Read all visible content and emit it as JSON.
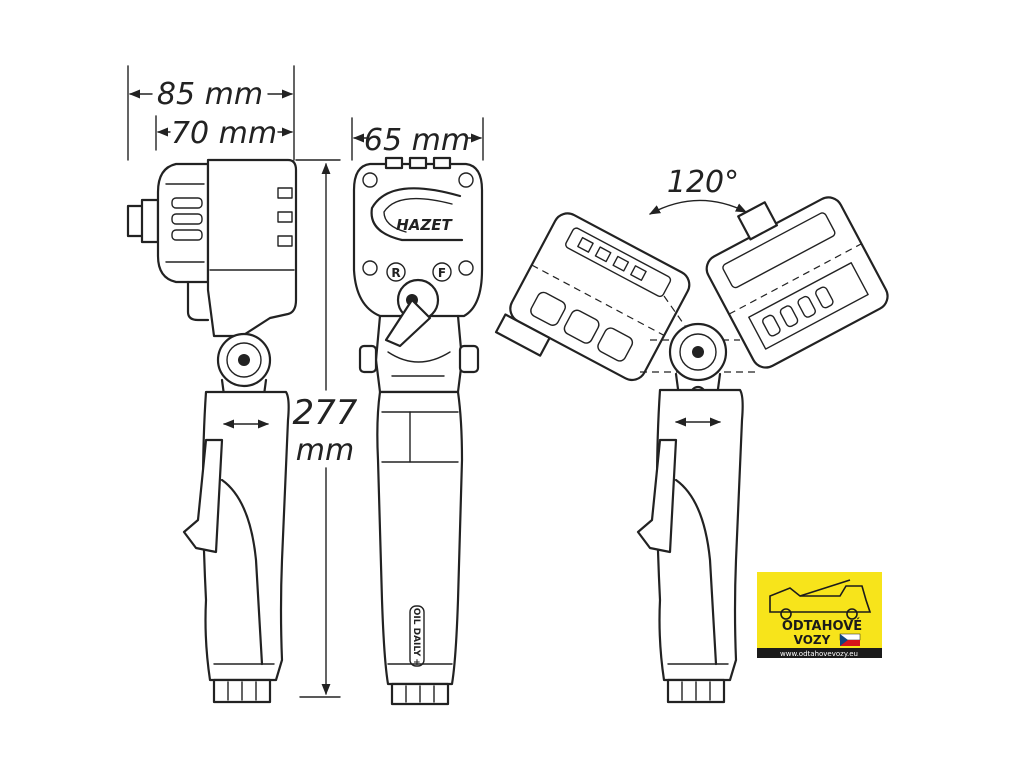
{
  "dimensions": {
    "width_outer": "85 mm",
    "width_body": "70 mm",
    "depth": "65 mm",
    "height_value": "277",
    "height_unit": "mm",
    "angle": "120°"
  },
  "brand": {
    "name": "HAZET"
  },
  "labels": {
    "reverse": "R",
    "forward": "F",
    "oil_note": "OIL DAILY",
    "oil_symbol": "+"
  },
  "badge": {
    "line1": "ODTAHOVÉ",
    "line2": "VOZY",
    "url": "www.odtahovevozy.eu",
    "bg_color": "#f7e41b",
    "bar_color": "#1b1b1b",
    "flag_colors": [
      "#ffffff",
      "#d7141a",
      "#11457e"
    ]
  },
  "colors": {
    "line": "#222222",
    "background": "#ffffff"
  }
}
